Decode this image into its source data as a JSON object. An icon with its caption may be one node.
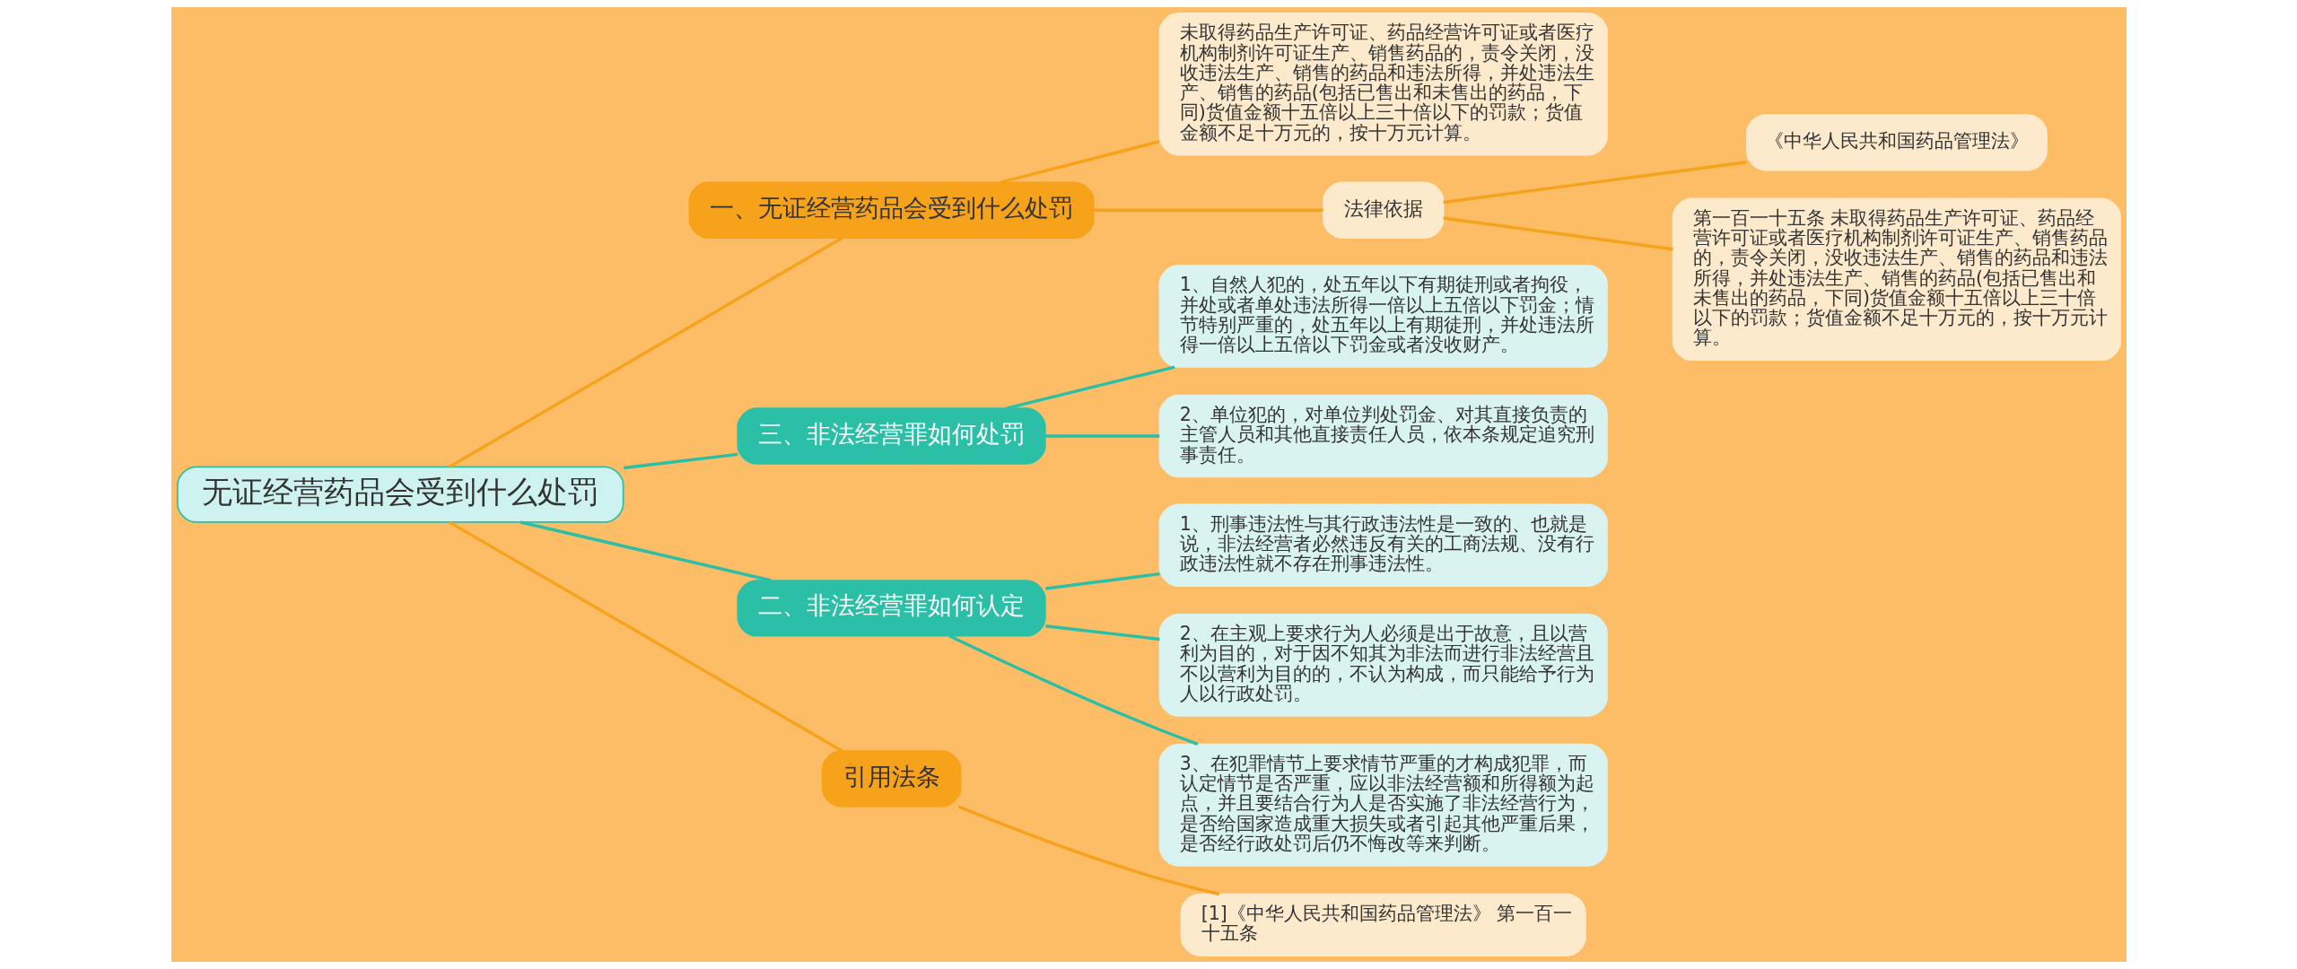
{
  "diagram": {
    "nodes": [
      {
        "text": [
          "无证经营药品会受到什么处罚"
        ]
      },
      {
        "text": [
          "一、无证经营药品会受到什么处罚"
        ]
      },
      {
        "text": [
          "未取得药品生产许可证、药品经营许可证或者医疗机构制剂许可证生产、销售药品的，责令关闭，没收违法生产、销售的药品和违法所得，并处违法生产、销售的药品(包括已售出和未售出的药品，下同)货值金额十五倍以上三十倍以下的罚款；货值金额不足十万元的，按十万元计算。"
        ]
      },
      {
        "text": [
          "法律依据"
        ]
      },
      {
        "text": [
          "《中华人民共和国药品管理法》"
        ]
      },
      {
        "text": [
          "第一百一十五条 未取得药品生产许可证、药品经营许可证或者医疗机构制剂许可证生产、销售药品的，责令关闭，没收违法生产、销售的药品和违法所得，并处违法生产、销售的药品(包括已售出和未售出的药品，下同)货值金额十五倍以上三十倍以下的罚款；货值金额不足十万元的，按十万元计算。"
        ]
      },
      {
        "text": [
          "三、非法经营罪如何处罚"
        ]
      },
      {
        "text": [
          "1、自然人犯的，处五年以下有期徒刑或者拘役，并处或者单处违法所得一倍以上五倍以下罚金；情节特别严重的，处五年以上有期徒刑，并处违法所得一倍以上五倍以下罚金或者没收财产。"
        ]
      },
      {
        "text": [
          "2、单位犯的，对单位判处罚金、对其直接负责的主管人员和其他直接责任人员，依本条规定追究刑事责任。"
        ]
      },
      {
        "text": [
          "二、非法经营罪如何认定"
        ]
      },
      {
        "text": [
          "1、刑事违法性与其行政违法性是一致的、也就是说，非法经营者必然违反有关的工商法规、没有行政违法性就不存在刑事违法性。"
        ]
      },
      {
        "text": [
          "2、在主观上要求行为人必须是出于故意，且以营利为目的，对于因不知其为非法而进行非法经营且不以营利为目的的，不认为构成，而只能给予行为人以行政处罚。"
        ]
      },
      {
        "text": [
          "3、在犯罪情节上要求情节严重的才构成犯罪，而认定情节是否严重，应以非法经营额和所得额为起点，并且要结合行为人是否实施了非法经营行为，是否给国家造成重大损失或者引起其他严重后果，是否经行政处罚后仍不悔改等来判断。"
        ]
      },
      {
        "text": [
          "引用法条"
        ]
      },
      {
        "text": [
          "[1]《中华人民共和国药品管理法》 第一百一十五条"
        ]
      }
    ],
    "edges": [
      {
        "from": 0,
        "to": 1,
        "arrow": "none",
        "color": "#f7a21b"
      },
      {
        "from": 1,
        "to": 2,
        "arrow": "none",
        "color": "#f7a21b"
      },
      {
        "from": 1,
        "to": 3,
        "arrow": "none",
        "color": "#f7a21b"
      },
      {
        "from": 3,
        "to": 4,
        "arrow": "none",
        "color": "#f7a21b"
      },
      {
        "from": 3,
        "to": 5,
        "arrow": "none",
        "color": "#f7a21b"
      },
      {
        "from": 0,
        "to": 6,
        "arrow": "none",
        "color": "#2bbfa8"
      },
      {
        "from": 6,
        "to": 7,
        "arrow": "none",
        "color": "#2bbfa8"
      },
      {
        "from": 6,
        "to": 8,
        "arrow": "none",
        "color": "#2bbfa8"
      },
      {
        "from": 0,
        "to": 9,
        "arrow": "none",
        "color": "#2bbfa8"
      },
      {
        "from": 9,
        "to": 10,
        "arrow": "none",
        "color": "#2bbfa8"
      },
      {
        "from": 9,
        "to": 11,
        "arrow": "none",
        "color": "#2bbfa8"
      },
      {
        "from": 9,
        "to": 12,
        "arrow": "none",
        "color": "#2bbfa8"
      },
      {
        "from": 0,
        "to": 13,
        "arrow": "none",
        "color": "#f7a21b"
      },
      {
        "from": 13,
        "to": 14,
        "arrow": "none",
        "color": "#f7a21b"
      }
    ]
  }
}
